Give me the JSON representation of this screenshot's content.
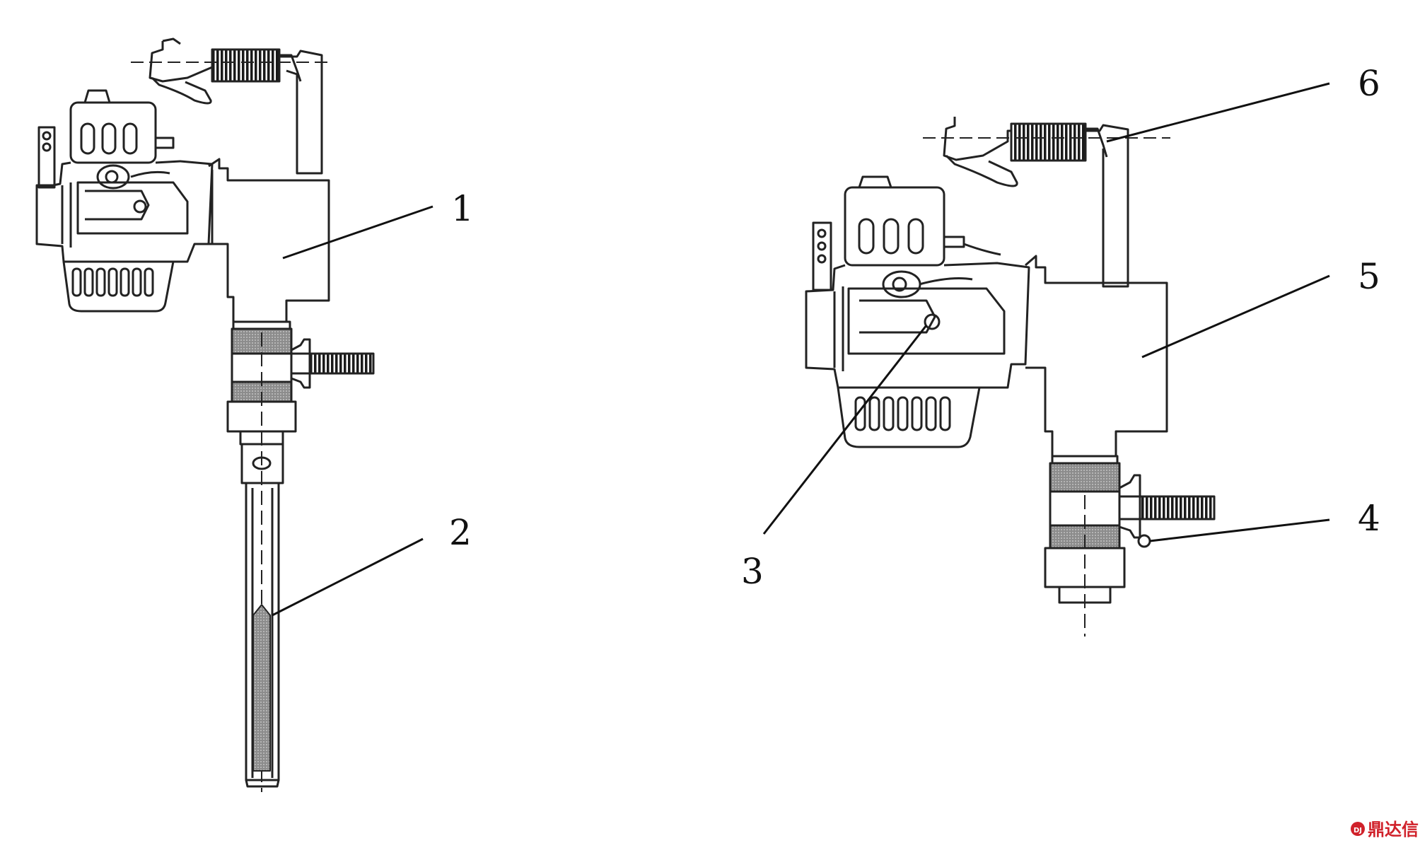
{
  "callouts": {
    "c1": "1",
    "c2": "2",
    "c3": "3",
    "c4": "4",
    "c5": "5",
    "c6": "6"
  },
  "watermark": {
    "text": "鼎达信",
    "color": "#d0212a"
  },
  "colors": {
    "line": "#222222",
    "fill_dark": "#333333",
    "fill_grey": "#9a9a9a",
    "background": "#ffffff"
  }
}
